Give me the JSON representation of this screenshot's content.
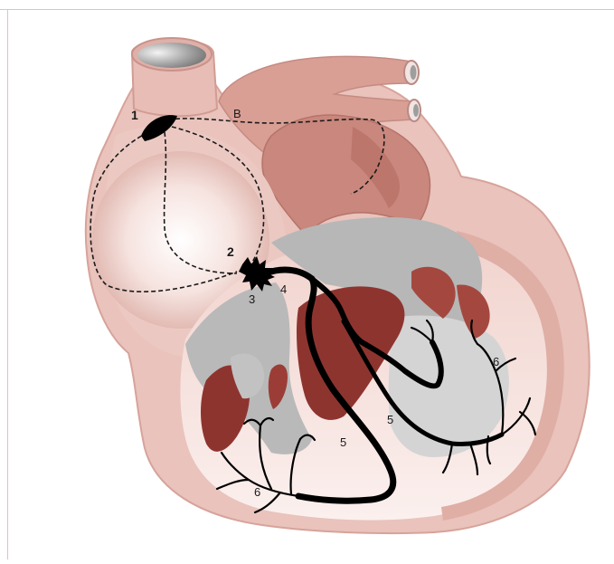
{
  "diagram": {
    "labels": {
      "sa_node": "1",
      "internodal_pathways": "B",
      "av_node": "2",
      "junction_3": "3",
      "bundle_of_his": "4",
      "bundle_branch_left": "5",
      "bundle_branch_right": "5",
      "purkinje_right": "6",
      "purkinje_left": "6"
    },
    "colors": {
      "outer_tissue": "#e9c3bc",
      "tissue_edge": "#d9a59c",
      "muscle_mid": "#c98f86",
      "muscle_dark": "#a85a52",
      "papillary": "#8e342f",
      "chamber_grey": "#b9b9b9",
      "chamber_light_grey": "#d6d6d6",
      "conduction": "#000000"
    }
  }
}
